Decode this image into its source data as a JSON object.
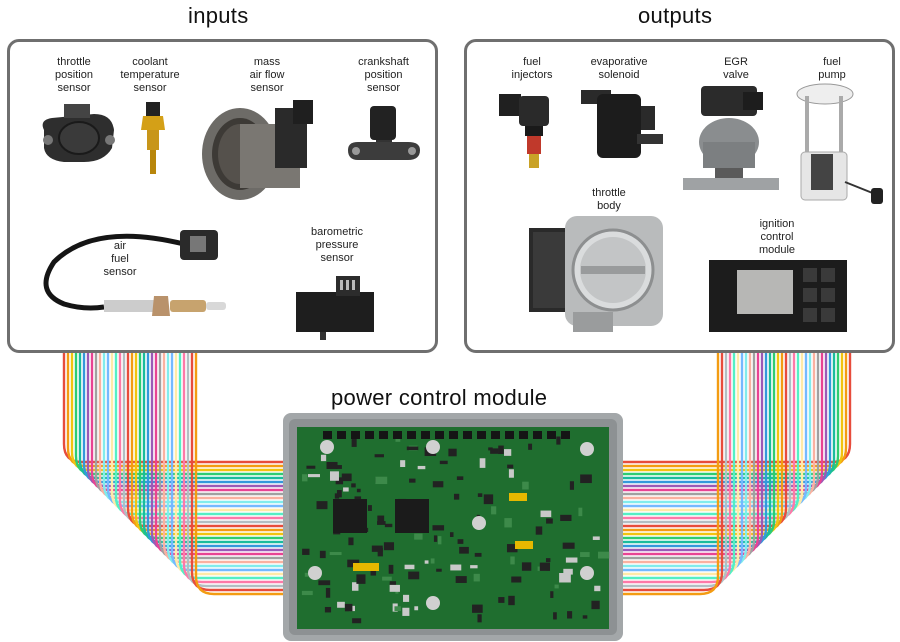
{
  "titles": {
    "inputs": "inputs",
    "outputs": "outputs",
    "module": "power control module"
  },
  "inputs": [
    {
      "key": "tps",
      "label": [
        "throttle",
        "position",
        "sensor"
      ]
    },
    {
      "key": "cts",
      "label": [
        "coolant",
        "temperature",
        "sensor"
      ]
    },
    {
      "key": "maf",
      "label": [
        "mass",
        "air flow",
        "sensor"
      ]
    },
    {
      "key": "ckp",
      "label": [
        "crankshaft",
        "position",
        "sensor"
      ]
    },
    {
      "key": "afs",
      "label": [
        "air",
        "fuel",
        "sensor"
      ]
    },
    {
      "key": "map",
      "label": [
        "barometric",
        "pressure",
        "sensor"
      ]
    }
  ],
  "outputs": [
    {
      "key": "inj",
      "label": [
        "fuel",
        "injectors"
      ]
    },
    {
      "key": "evap",
      "label": [
        "evaporative",
        "solenoid"
      ]
    },
    {
      "key": "egr",
      "label": [
        "EGR",
        "valve"
      ]
    },
    {
      "key": "pump",
      "label": [
        "fuel",
        "pump"
      ]
    },
    {
      "key": "tb",
      "label": [
        "throttle",
        "body"
      ]
    },
    {
      "key": "icm",
      "label": [
        "ignition",
        "control",
        "module"
      ]
    }
  ],
  "wire_colors": [
    "#e74c3c",
    "#f39c12",
    "#f1c40f",
    "#2ecc71",
    "#1abc9c",
    "#3498db",
    "#9b59b6",
    "#e84393",
    "#a0a0a0",
    "#fab1a0",
    "#81ecec",
    "#74b9ff",
    "#ffeaa7",
    "#55efc4",
    "#fd79a8",
    "#b2bec3"
  ]
}
